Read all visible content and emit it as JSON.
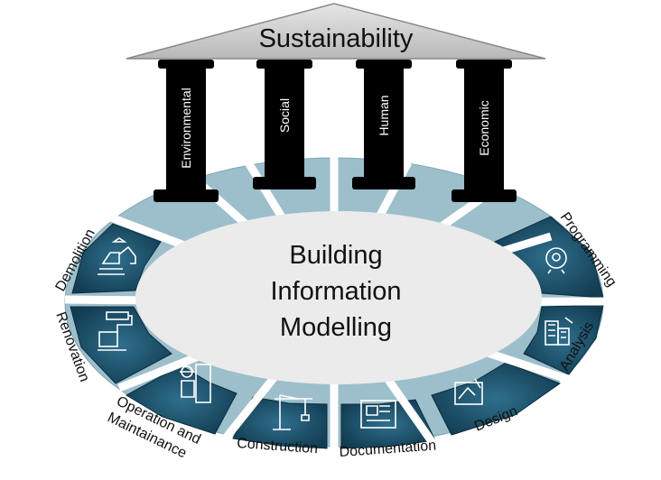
{
  "pediment": {
    "title": "Sustainability"
  },
  "pillars": [
    {
      "label": "Environmental"
    },
    {
      "label": "Social"
    },
    {
      "label": "Human"
    },
    {
      "label": "Economic"
    }
  ],
  "center": {
    "line1": "Building",
    "line2": "Information",
    "line3": "Modelling"
  },
  "phases": [
    {
      "label": "Programming",
      "icon": "brain-lightbulb-icon"
    },
    {
      "label": "Analysis",
      "icon": "building-analysis-icon"
    },
    {
      "label": "Design",
      "icon": "drafting-icon"
    },
    {
      "label": "Documentation",
      "icon": "blueprint-icon"
    },
    {
      "label": "Construction",
      "icon": "crane-icon"
    },
    {
      "label": "Operation and",
      "label2": "Maintainance",
      "icon": "worker-icon"
    },
    {
      "label": "Renovation",
      "icon": "paint-roller-icon"
    },
    {
      "label": "Demolition",
      "icon": "excavator-icon"
    }
  ],
  "colors": {
    "tile_dark": "#1e5670",
    "tile_light": "#9cbfcb",
    "inner_ellipse": "#ebebeb",
    "pillar": "#000000",
    "pediment": "#d0d0d0"
  }
}
